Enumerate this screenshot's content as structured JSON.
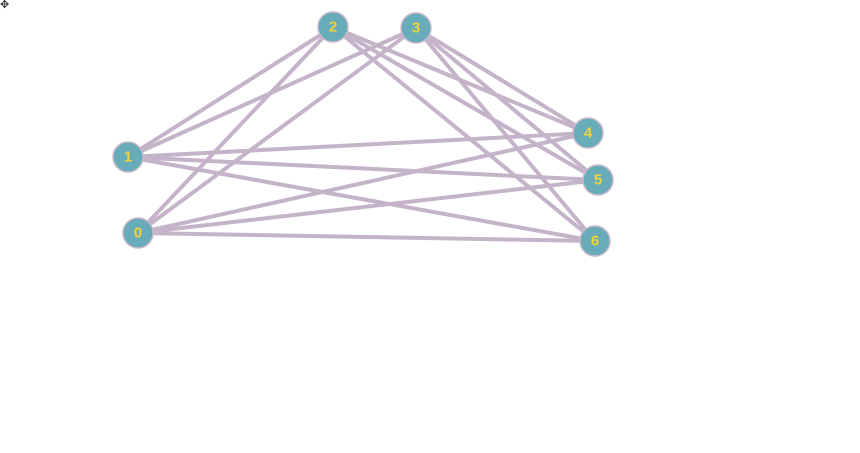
{
  "graph": {
    "nodes": [
      {
        "id": "0",
        "label": "0"
      },
      {
        "id": "1",
        "label": "1"
      },
      {
        "id": "2",
        "label": "2"
      },
      {
        "id": "3",
        "label": "3"
      },
      {
        "id": "4",
        "label": "4"
      },
      {
        "id": "5",
        "label": "5"
      },
      {
        "id": "6",
        "label": "6"
      }
    ],
    "edges": [
      [
        "1",
        "2"
      ],
      [
        "1",
        "3"
      ],
      [
        "1",
        "4"
      ],
      [
        "1",
        "5"
      ],
      [
        "1",
        "6"
      ],
      [
        "0",
        "2"
      ],
      [
        "0",
        "3"
      ],
      [
        "0",
        "4"
      ],
      [
        "0",
        "5"
      ],
      [
        "0",
        "6"
      ],
      [
        "2",
        "4"
      ],
      [
        "2",
        "5"
      ],
      [
        "2",
        "6"
      ],
      [
        "3",
        "4"
      ],
      [
        "3",
        "5"
      ],
      [
        "3",
        "6"
      ]
    ],
    "colors": {
      "node": "#68abb9",
      "label": "#f2d43c",
      "edge": "#c5b4c9"
    }
  },
  "cursor_icon": "move-cursor-icon"
}
